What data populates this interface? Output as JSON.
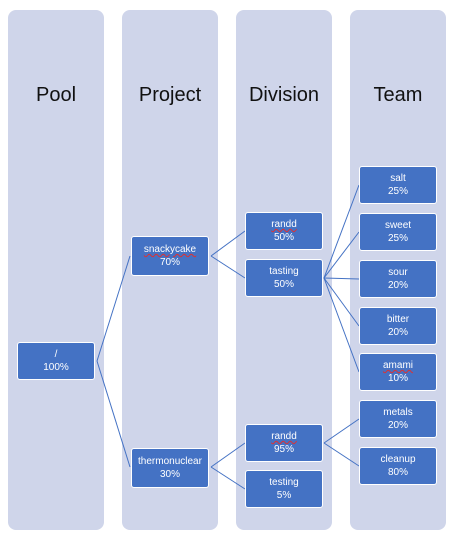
{
  "columns": {
    "pool": "Pool",
    "project": "Project",
    "division": "Division",
    "team": "Team"
  },
  "nodes": {
    "root": {
      "name": "/",
      "pct": "100%"
    },
    "snackycake": {
      "name": "snackycake",
      "pct": "70%"
    },
    "thermonuclear": {
      "name": "thermonuclear",
      "pct": "30%"
    },
    "sc_randd": {
      "name": "randd",
      "pct": "50%"
    },
    "sc_tasting": {
      "name": "tasting",
      "pct": "50%"
    },
    "tn_randd": {
      "name": "randd",
      "pct": "95%"
    },
    "tn_testing": {
      "name": "testing",
      "pct": "5%"
    },
    "salt": {
      "name": "salt",
      "pct": "25%"
    },
    "sweet": {
      "name": "sweet",
      "pct": "25%"
    },
    "sour": {
      "name": "sour",
      "pct": "20%"
    },
    "bitter": {
      "name": "bitter",
      "pct": "20%"
    },
    "amami": {
      "name": "amami",
      "pct": "10%"
    },
    "metals": {
      "name": "metals",
      "pct": "20%"
    },
    "cleanup": {
      "name": "cleanup",
      "pct": "80%"
    }
  },
  "colors": {
    "column_bg": "#cfd5ea",
    "node_fill": "#4472c4",
    "connector": "#4472c4"
  }
}
